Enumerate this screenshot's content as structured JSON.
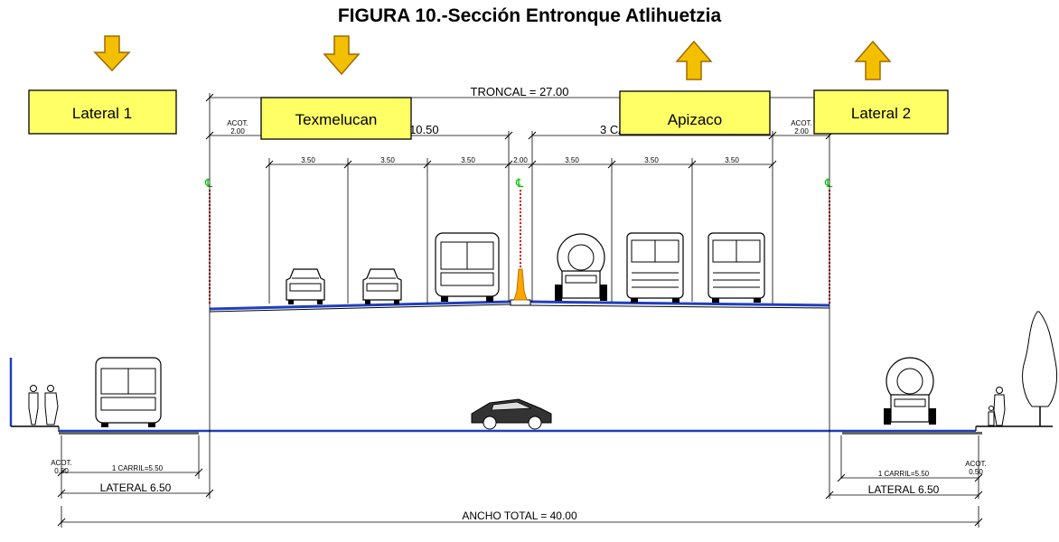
{
  "title": "FIGURA 10.-Sección Entronque Atlihuetzia",
  "labels": {
    "lateral1": "Lateral 1",
    "texmelucan": "Texmelucan",
    "apizaco": "Apizaco",
    "lateral2": "Lateral 2"
  },
  "dims": {
    "troncal": "TRONCAL  =  27.00",
    "carriles_left": "3  CARRILES  =  10.50",
    "carriles_right": "3  CARRILES=10.50",
    "acot_word": "ACOT.",
    "acot_2": "2.00",
    "lane": "3.50",
    "median": "2.00",
    "acot_050": "0.50",
    "carril_lateral": "1  CARRIL=5.50",
    "lateral": "LATERAL  6.50",
    "ancho_total": "ANCHO  TOTAL  =  40.00",
    "centerline": "℄"
  },
  "colors": {
    "yellow_box": "#ffff66",
    "arrow_fill": "#f2c000",
    "road_line": "#1f3fbf",
    "centerline_red": "#e00000",
    "centerline_symbol": "#00c000",
    "barrier": "#ffa500"
  }
}
